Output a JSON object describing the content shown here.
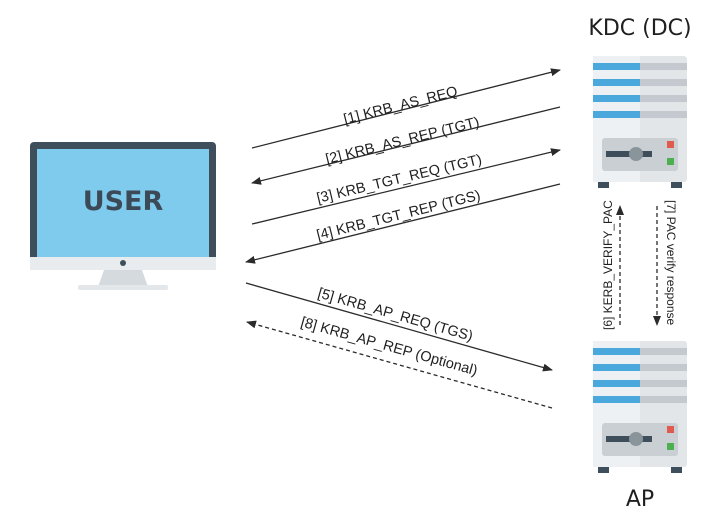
{
  "nodes": {
    "kdc": "KDC (DC)",
    "ap": "AP",
    "user": "USER"
  },
  "messages": [
    "[1] KRB_AS_REQ",
    "[2] KRB_AS_REP (TGT)",
    "[3] KRB_TGT_REQ (TGT)",
    "[4] KRB_TGT_REP (TGS)",
    "[5] KRB_AP_REQ (TGS)",
    "[8] KRB_AP_REP (Optional)",
    "[6] KERB_VERIFY_PAC",
    "[7] PAC verify response"
  ],
  "colors": {
    "screen": "#7ecbee",
    "monitor_frame": "#3e4f5b",
    "server_body": "#e2e6e9",
    "server_stripe_blue": "#4aa8dc",
    "server_stripe_gray": "#c3c9ce",
    "arrow": "#2b2b2b"
  }
}
